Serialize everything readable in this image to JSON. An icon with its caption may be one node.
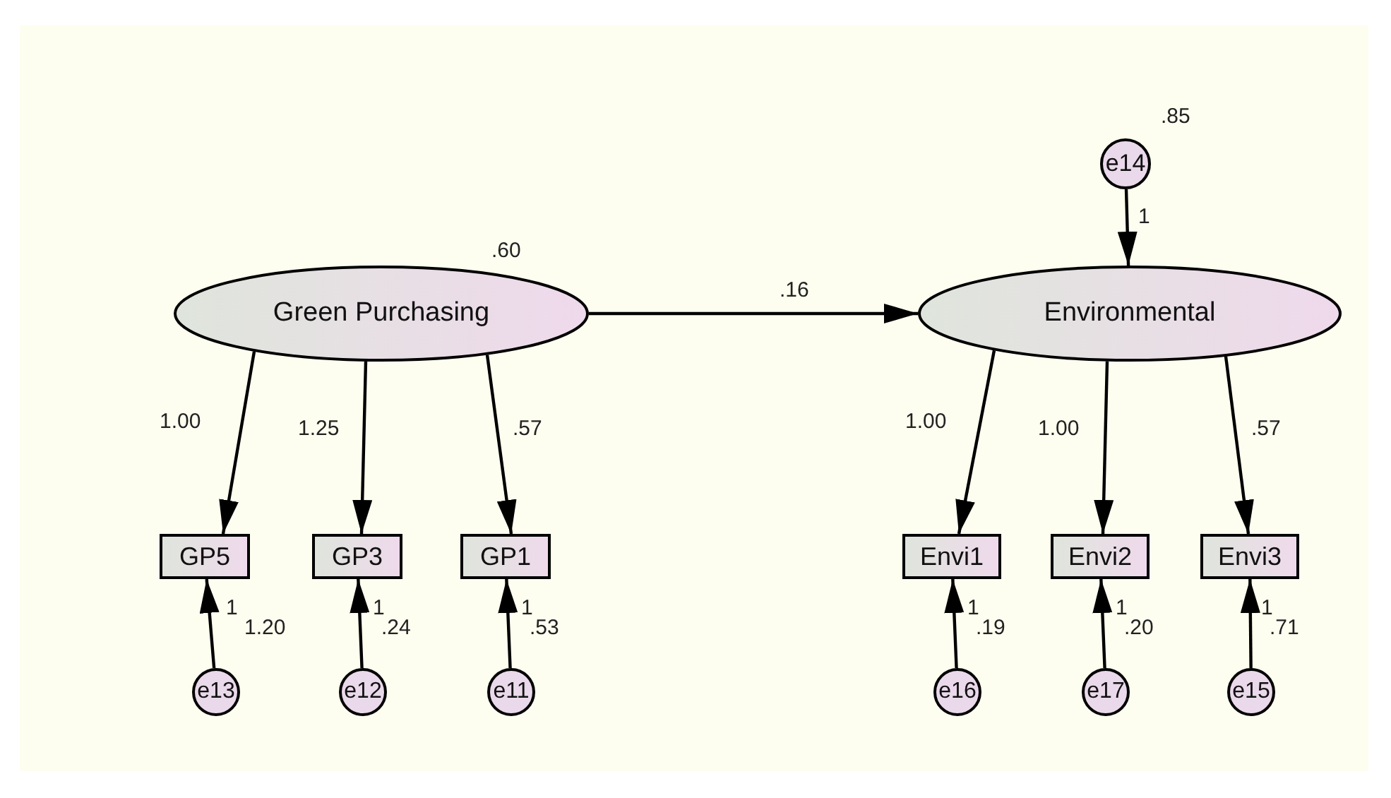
{
  "diagram": {
    "nodes": [
      {
        "text": [
          "Green Purchasing"
        ],
        "beside": [
          ".60"
        ]
      },
      {
        "text": [
          "Environmental"
        ]
      },
      {
        "text": [
          "e14"
        ],
        "beside": [
          ".85"
        ]
      },
      {
        "text": [
          "GP5"
        ]
      },
      {
        "text": [
          "GP3"
        ]
      },
      {
        "text": [
          "GP1"
        ]
      },
      {
        "text": [
          "Envi1"
        ]
      },
      {
        "text": [
          "Envi2"
        ]
      },
      {
        "text": [
          "Envi3"
        ]
      },
      {
        "text": [
          "e13"
        ],
        "beside": [
          "1.20"
        ]
      },
      {
        "text": [
          "e12"
        ],
        "beside": [
          ".24"
        ]
      },
      {
        "text": [
          "e11"
        ],
        "beside": [
          ".53"
        ]
      },
      {
        "text": [
          "e16"
        ],
        "beside": [
          ".19"
        ]
      },
      {
        "text": [
          "e17"
        ],
        "beside": [
          ".20"
        ]
      },
      {
        "text": [
          "e15"
        ],
        "beside": [
          ".71"
        ]
      }
    ],
    "edges": [
      {
        "from": 0,
        "to": 1,
        "arrow": "to",
        "label": ".16"
      },
      {
        "from": 2,
        "to": 1,
        "arrow": "to",
        "label": "1"
      },
      {
        "from": 0,
        "to": 3,
        "arrow": "to",
        "label": "1.00"
      },
      {
        "from": 0,
        "to": 4,
        "arrow": "to",
        "label": "1.25"
      },
      {
        "from": 0,
        "to": 5,
        "arrow": "to",
        "label": ".57"
      },
      {
        "from": 1,
        "to": 6,
        "arrow": "to",
        "label": "1.00"
      },
      {
        "from": 1,
        "to": 7,
        "arrow": "to",
        "label": "1.00"
      },
      {
        "from": 1,
        "to": 8,
        "arrow": "to",
        "label": ".57"
      },
      {
        "from": 9,
        "to": 3,
        "arrow": "to",
        "label": "1"
      },
      {
        "from": 10,
        "to": 4,
        "arrow": "to",
        "label": "1"
      },
      {
        "from": 11,
        "to": 5,
        "arrow": "to",
        "label": "1"
      },
      {
        "from": 12,
        "to": 6,
        "arrow": "to",
        "label": "1"
      },
      {
        "from": 13,
        "to": 7,
        "arrow": "to",
        "label": "1"
      },
      {
        "from": 14,
        "to": 8,
        "arrow": "to",
        "label": "1"
      }
    ]
  }
}
